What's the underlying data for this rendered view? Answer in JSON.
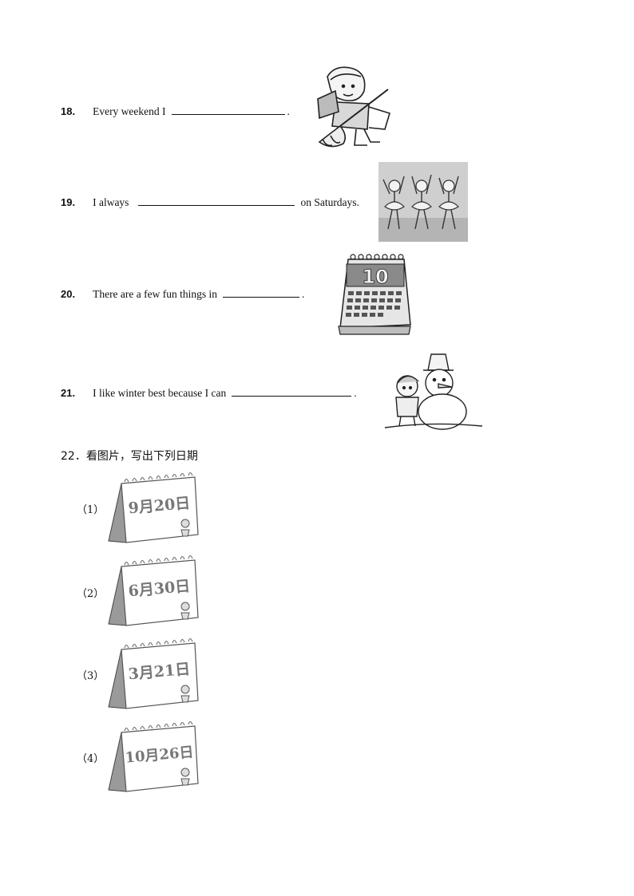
{
  "questions": [
    {
      "num": "18.",
      "before": "Every  weekend  I",
      "after": "."
    },
    {
      "num": "19.",
      "before": "I always",
      "after": "on Saturdays."
    },
    {
      "num": "20.",
      "before": "There  are  a few  fun  things   in",
      "after": "."
    },
    {
      "num": "21.",
      "before": "I like  winter  best because I can",
      "after": "."
    }
  ],
  "q22": {
    "title": "22．看图片，写出下列日期",
    "items": [
      {
        "label": "（1）",
        "date": "9月20日"
      },
      {
        "label": "（2）",
        "date": "6月30日"
      },
      {
        "label": "（3）",
        "date": "3月21日"
      },
      {
        "label": "（4）",
        "date": "10月26日"
      }
    ]
  },
  "calendar_big": {
    "day": "10"
  }
}
